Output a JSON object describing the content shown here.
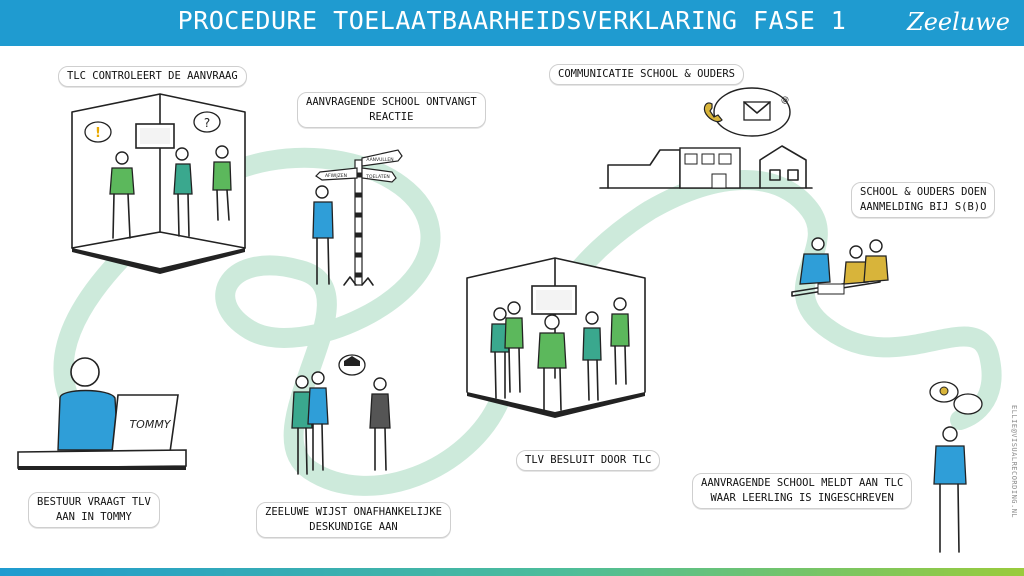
{
  "header": {
    "title": "PROCEDURE TOELAATBAARHEIDSVERKLARING FASE 1",
    "brand": "Zeeluwe"
  },
  "steps": [
    {
      "id": "bestuur",
      "lines": [
        "BESTUUR VRAAGT TLV",
        "AAN IN TOMMY"
      ]
    },
    {
      "id": "tlc-controle",
      "lines": [
        "TLC CONTROLEERT DE AANVRAAG"
      ]
    },
    {
      "id": "school-reactie",
      "lines": [
        "AANVRAGENDE SCHOOL ONTVANGT",
        "REACTIE"
      ]
    },
    {
      "id": "zeeluwe-deskundige",
      "lines": [
        "ZEELUWE WIJST ONAFHANKELIJKE",
        "DESKUNDIGE AAN"
      ]
    },
    {
      "id": "tlv-besluit",
      "lines": [
        "TLV BESLUIT DOOR TLC"
      ]
    },
    {
      "id": "communicatie",
      "lines": [
        "COMMUNICATIE SCHOOL & OUDERS"
      ]
    },
    {
      "id": "aanmelding",
      "lines": [
        "SCHOOL & OUDERS DOEN",
        "AANMELDING BIJ S(B)O"
      ]
    },
    {
      "id": "school-meldt",
      "lines": [
        "AANVRAGENDE SCHOOL MELDT AAN TLC",
        "WAAR LEERLING IS INGESCHREVEN"
      ]
    }
  ],
  "illustration_text": {
    "laptop": "TOMMY",
    "bubble_left": "!",
    "bubble_right": "?",
    "sign_1": "AFWIJZEN",
    "sign_2": "AANVULLEN",
    "sign_3": "TOELATEN",
    "email_at": "@"
  },
  "credit": "ELLIE@VISUALRECORDING.NL",
  "colors": {
    "header": "#1f9bd0",
    "path": "#cdeadb",
    "shirt_green": "#5cb85c",
    "shirt_blue": "#2f9ed8",
    "shirt_teal": "#3aa88e",
    "mustard": "#d8b43a"
  }
}
